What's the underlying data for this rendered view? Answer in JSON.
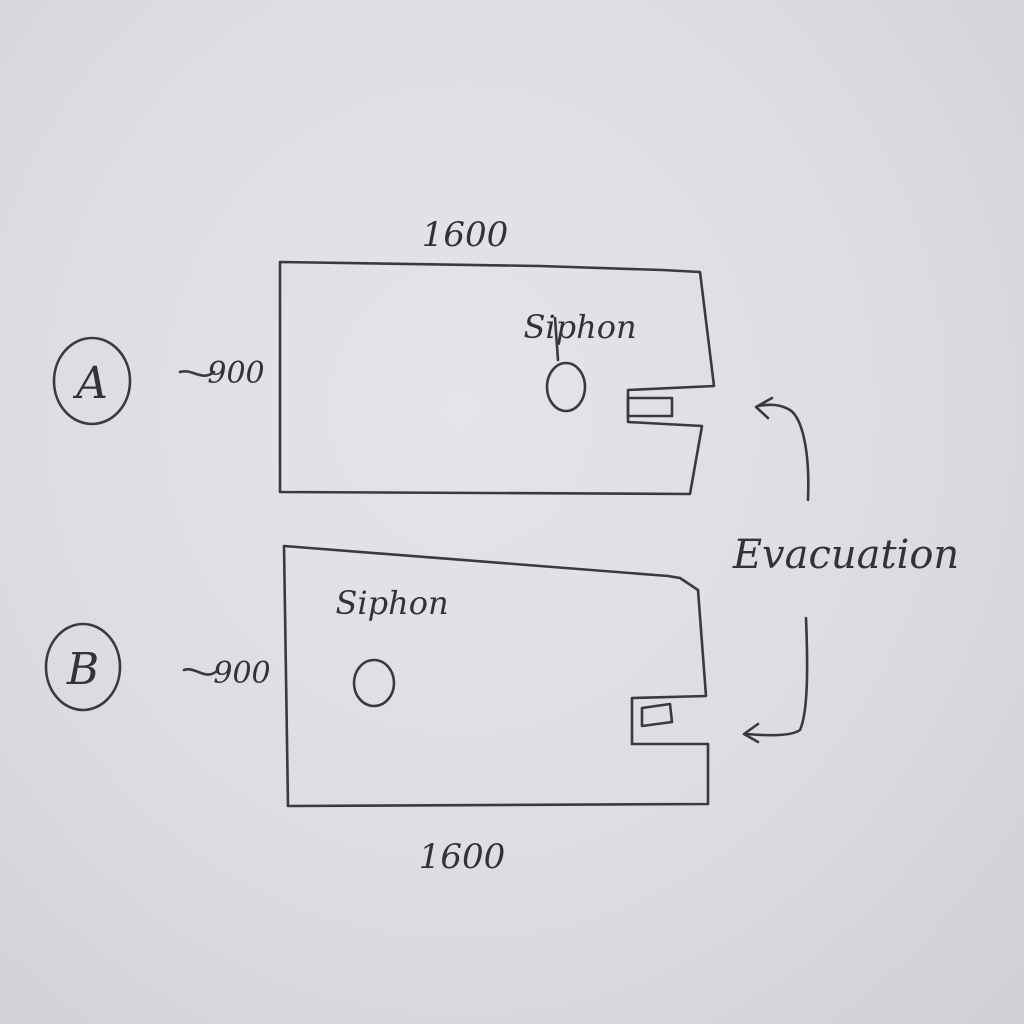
{
  "plan_a": {
    "marker": "A",
    "width_label": "1600",
    "height_label": "900",
    "siphon_label": "Siphon"
  },
  "plan_b": {
    "marker": "B",
    "width_label": "1600",
    "height_label": "900",
    "siphon_label": "Siphon"
  },
  "evacuation_label": "Evacuation",
  "colors": {
    "ink": "#3a3a3c",
    "paper": "#dedfe3"
  }
}
